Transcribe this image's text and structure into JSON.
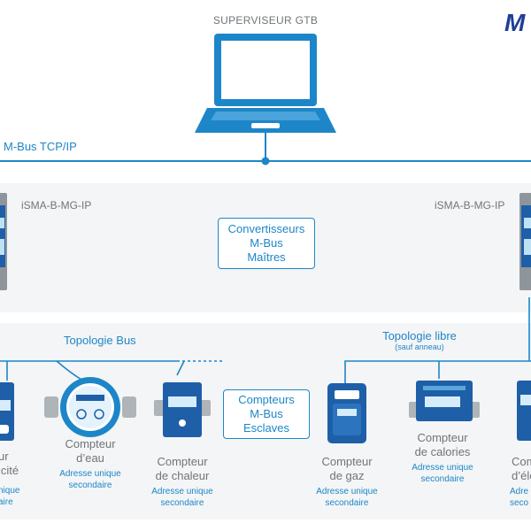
{
  "title": "SUPERVISEUR GTB",
  "logo_text": "M",
  "network_label": "M-Bus TCP/IP",
  "gateways": {
    "left": "iSMA-B-MG-IP",
    "right": "iSMA-B-MG-IP"
  },
  "converters_box": [
    "Convertisseurs",
    "M-Bus",
    "Maîtres"
  ],
  "meters_box": [
    "Compteurs",
    "M-Bus",
    "Esclaves"
  ],
  "topology_bus": "Topologie Bus",
  "topology_free": "Topologie libre",
  "topology_free_note": "(sauf anneau)",
  "meters": [
    {
      "name": [
        "ur",
        "icité"
      ],
      "address": [
        "nique",
        "aire"
      ]
    },
    {
      "name": [
        "Compteur",
        "d’eau"
      ],
      "address": [
        "Adresse unique",
        "secondaire"
      ]
    },
    {
      "name": [
        "Compteur",
        "de chaleur"
      ],
      "address": [
        "Adresse unique",
        "secondaire"
      ]
    },
    {
      "name": [
        "Compteur",
        "de gaz"
      ],
      "address": [
        "Adresse unique",
        "secondaire"
      ]
    },
    {
      "name": [
        "Compteur",
        "de calories"
      ],
      "address": [
        "Adresse unique",
        "secondaire"
      ]
    },
    {
      "name": [
        "Comp",
        "d’élec"
      ],
      "address": [
        "Adre",
        "seco"
      ]
    }
  ],
  "colors": {
    "accent": "#1d86c8",
    "text_gray": "#6f7579",
    "panel": "#f4f5f6",
    "device": "#1e5fa8",
    "logo": "#1f3e93"
  }
}
